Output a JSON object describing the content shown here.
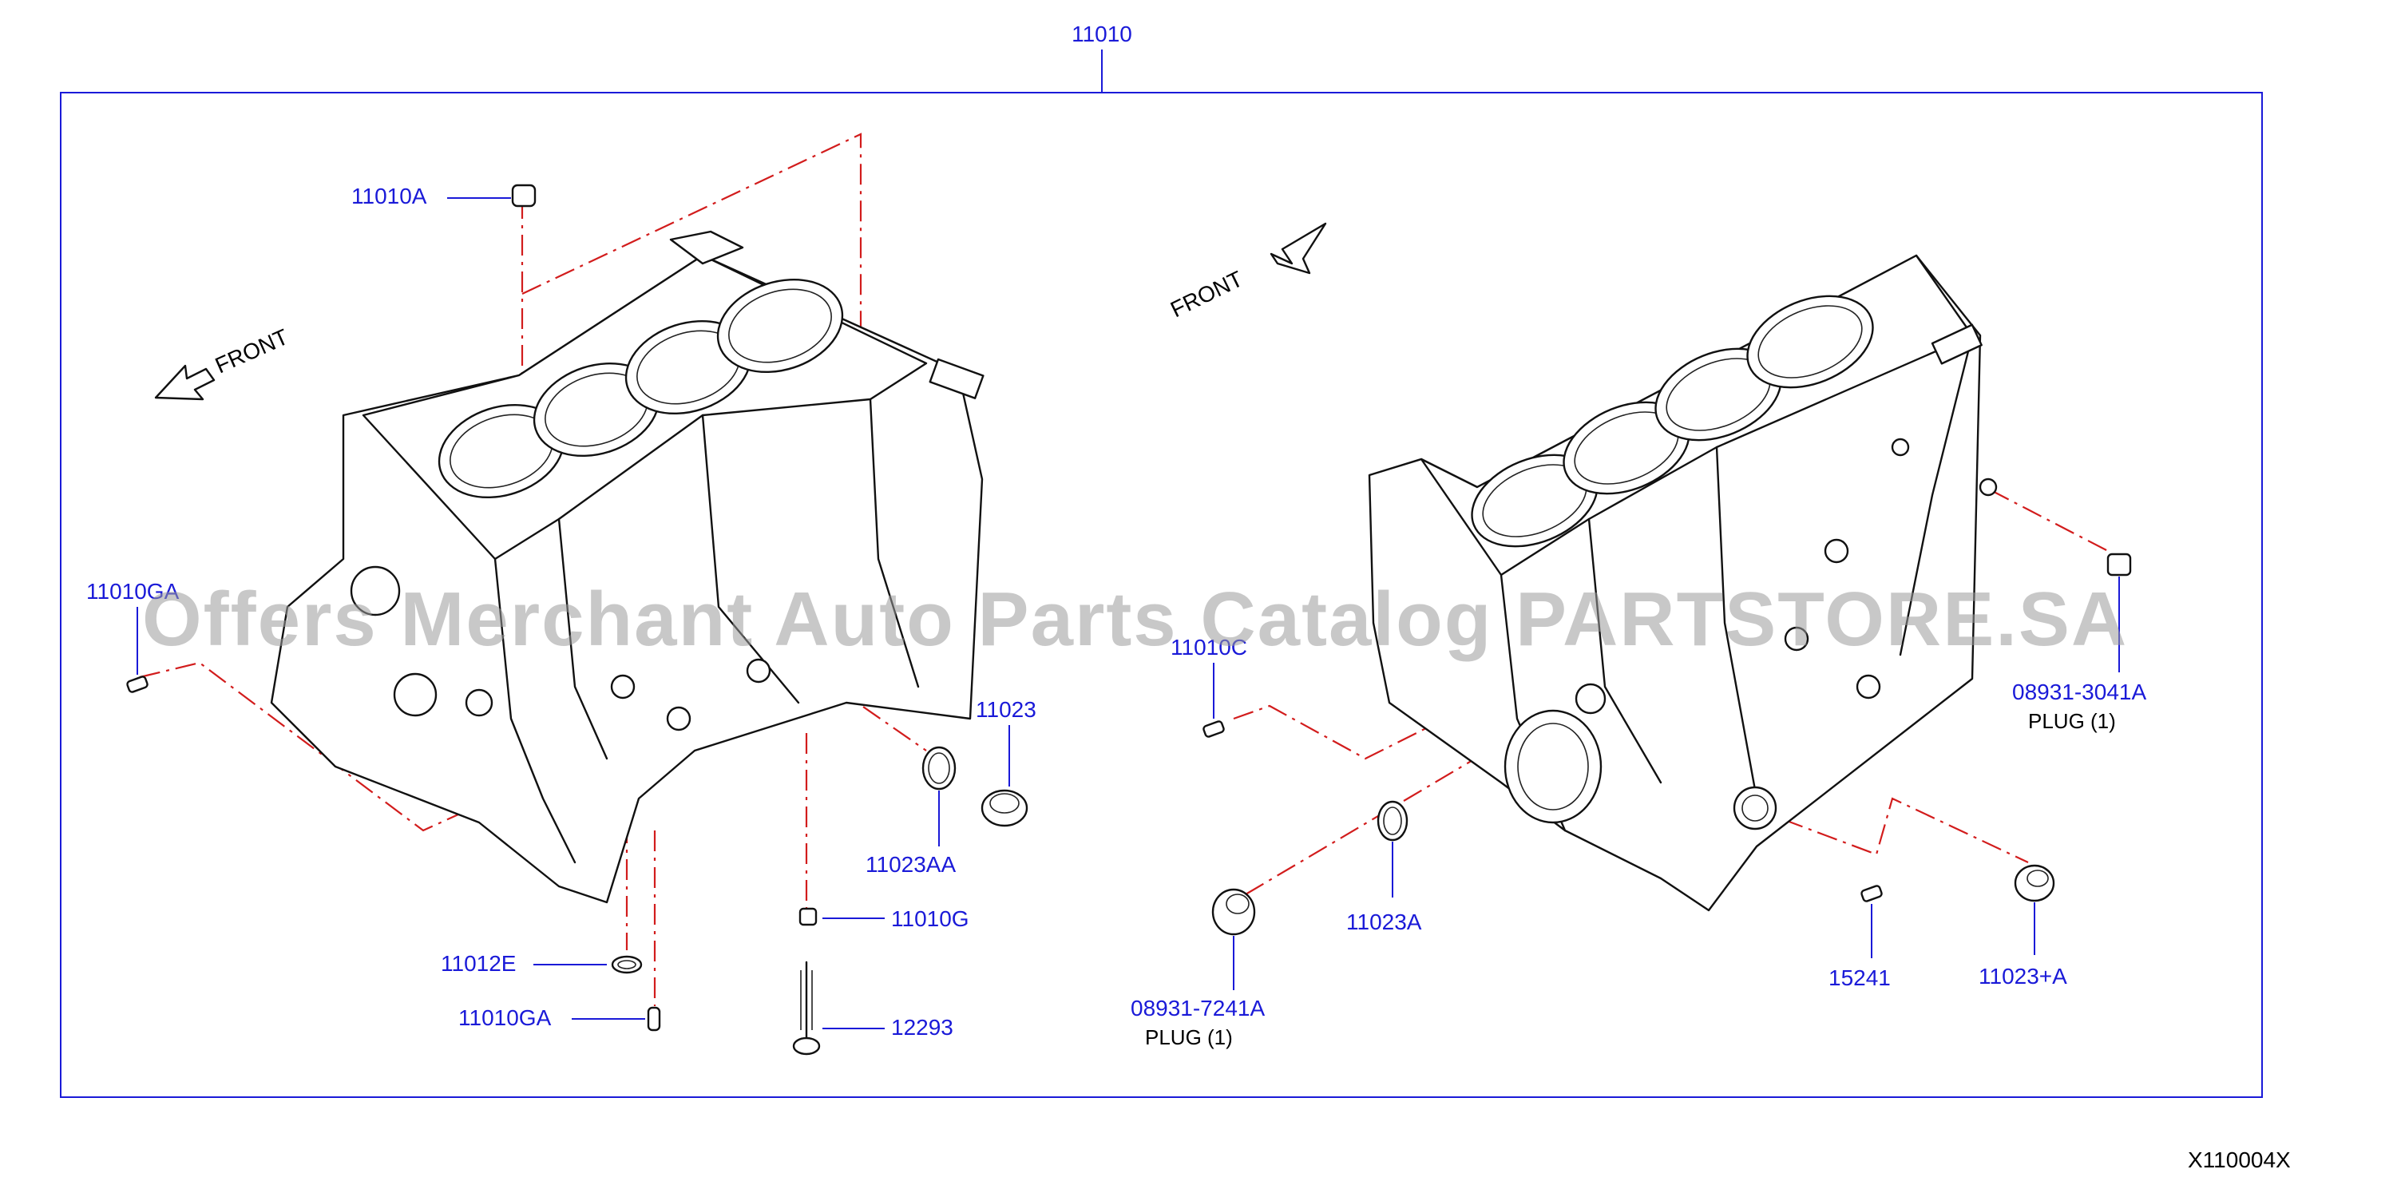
{
  "diagram": {
    "assembly_part": "11010",
    "drawing_code": "X110004X",
    "watermark": "Offers Merchant Auto Parts Catalog PARTSTORE.SA",
    "front_label": "FRONT",
    "colors": {
      "part_number": "#1a1ad8",
      "center_line": "#d21c1c",
      "outline": "#111111",
      "frame": "#1a1ad8"
    },
    "left_view": {
      "parts": {
        "p11010A": "11010A",
        "p11010GA_top": "11010GA",
        "p11023": "11023",
        "p11023AA": "11023AA",
        "p11010G": "11010G",
        "p11012E": "11012E",
        "p11010GA": "11010GA",
        "p12293": "12293"
      }
    },
    "right_view": {
      "parts": {
        "p11010C": "11010C",
        "p08931_3041A": "08931-3041A",
        "p08931_7241A": "08931-7241A",
        "p11023A": "11023A",
        "p15241": "15241",
        "p11023plusA": "11023+A"
      },
      "plug_caption_1": "PLUG   (1)",
      "plug_caption_2": "PLUG   (1)"
    }
  }
}
